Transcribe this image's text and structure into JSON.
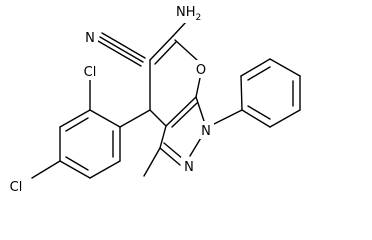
{
  "labels": {
    "amino": "NH2",
    "amino_main": "NH",
    "amino_sub": "2",
    "nitrile_n": "N",
    "ring_o": "O",
    "pyrazole_n1": "N",
    "pyrazole_n2": "N",
    "chloro_ortho": "Cl",
    "chloro_para": "Cl"
  }
}
